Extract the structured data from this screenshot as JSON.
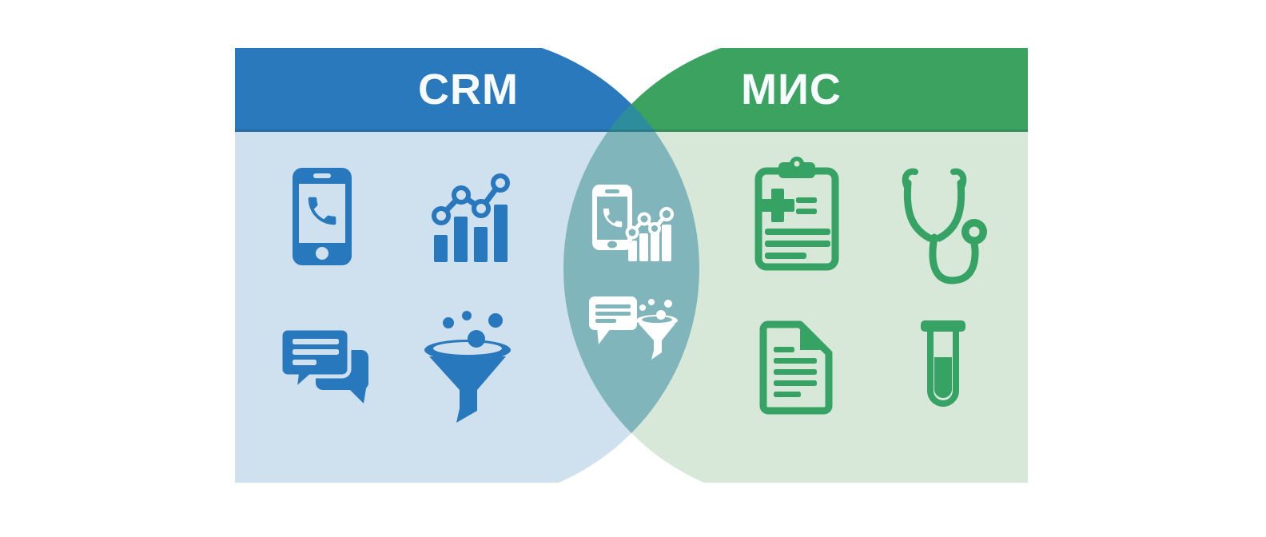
{
  "diagram": {
    "type": "venn-comparison",
    "left_panel": {
      "label": "CRM",
      "header_color": "#2A79BD",
      "body_color": "#CFE0EE",
      "icon_color": "#2878BE",
      "icons": [
        "phone-icon",
        "bar-chart-icon",
        "chat-icon",
        "funnel-icon"
      ]
    },
    "right_panel": {
      "label": "МИС",
      "header_color": "#3BA35F",
      "body_color": "#D7E8D9",
      "icon_color": "#36A263",
      "icons": [
        "medical-clipboard-icon",
        "stethoscope-icon",
        "document-icon",
        "test-tube-icon"
      ]
    },
    "overlap": {
      "body_color": "#7FB5BB",
      "header_color": "#2E8D9C",
      "icon_color": "#FFFFFF",
      "icons": [
        "overlap-phone-analytics-icon",
        "overlap-chat-funnel-icon"
      ]
    },
    "label_text_color": "#F8FBFD",
    "background_color": "#FFFFFF"
  }
}
